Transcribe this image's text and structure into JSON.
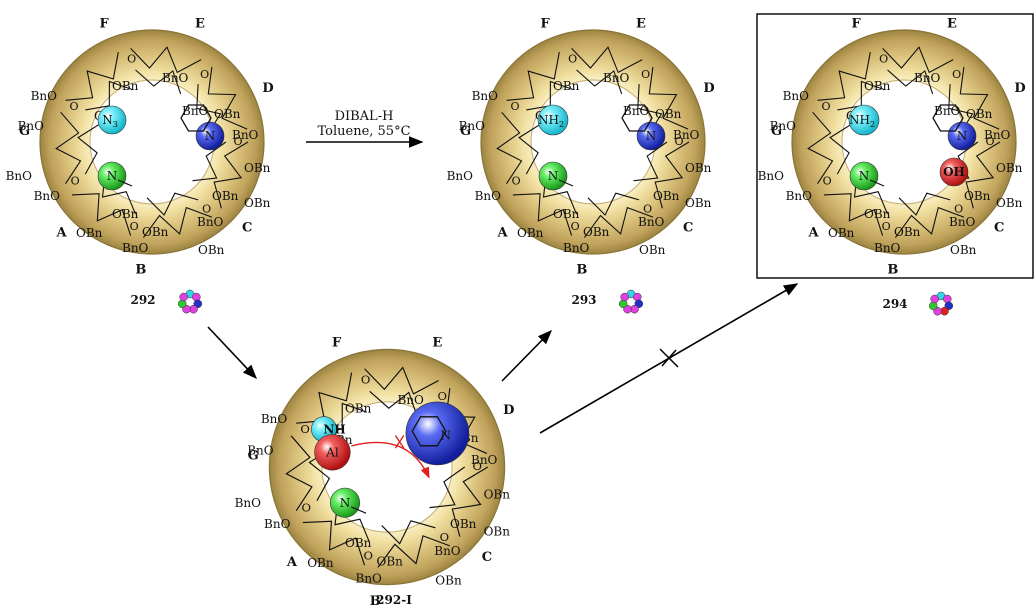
{
  "reaction": {
    "reagent": "DIBAL-H",
    "conditions": "Toluene, 55°C"
  },
  "compounds": [
    {
      "id": "292",
      "label": "292"
    },
    {
      "id": "293",
      "label": "293"
    },
    {
      "id": "294",
      "label": "294"
    },
    {
      "id": "292-I",
      "label": "292-I"
    }
  ],
  "ring_letters": [
    "A",
    "B",
    "C",
    "D",
    "E",
    "F",
    "G"
  ],
  "substituent": "OBn",
  "substituent_alt": "BnO",
  "groups": {
    "azide": "N",
    "azide_sub": "3",
    "amine": "NH",
    "amine_sub": "2",
    "n_atom": "N",
    "hydroxyl": "OH",
    "o_atom": "O",
    "aluminium": "Al",
    "nh": "NH"
  },
  "colors": {
    "torus_outer": "#8f7a3a",
    "torus_mid": "#e2cc8a",
    "torus_light": "#f6ecc4",
    "cyan": "#2fd6e8",
    "blue": "#2230c8",
    "green": "#2ec82e",
    "red": "#e0201e",
    "magenta": "#e040e0",
    "arrow_red": "#e3201c"
  }
}
